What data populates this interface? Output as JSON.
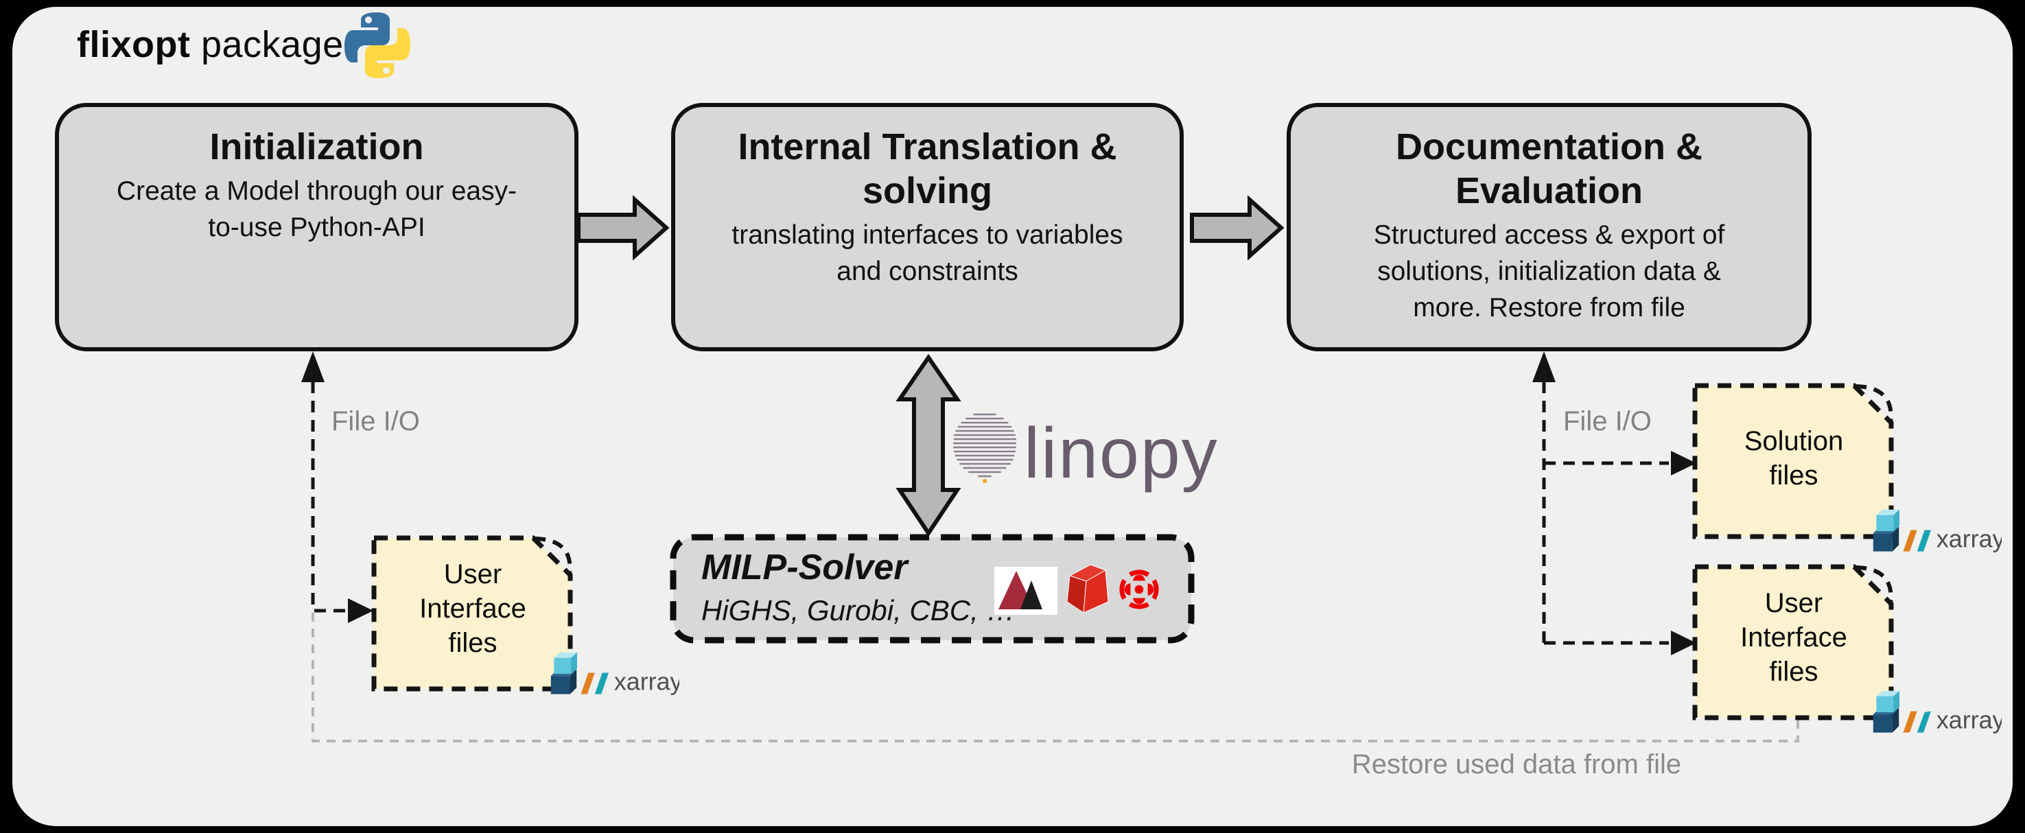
{
  "header": {
    "title_bold": "flixopt",
    "title_rest": " package"
  },
  "boxes": {
    "initialization": {
      "title": "Initialization",
      "body": "Create a Model through our easy-\nto-use Python-API"
    },
    "translation": {
      "title": "Internal Translation &\nsolving",
      "body": "translating interfaces to variables\nand constraints"
    },
    "documentation": {
      "title": "Documentation &\nEvaluation",
      "body": "Structured access & export of\nsolutions, initialization data &\nmore. Restore from file"
    }
  },
  "milp": {
    "title": "MILP-Solver",
    "subtitle": "HiGHS, Gurobi, CBC, …",
    "logos": [
      "highs-logo",
      "gurobi-logo",
      "cbc-logo"
    ]
  },
  "linopy": {
    "label": "linopy"
  },
  "files": {
    "user_left": {
      "label": "User\nInterface\nfiles"
    },
    "solution": {
      "label": "Solution\nfiles"
    },
    "user_right": {
      "label": "User\nInterface\nfiles"
    }
  },
  "labels": {
    "file_io_left": "File I/O",
    "file_io_right": "File I/O",
    "restore": "Restore used data from file",
    "xarray": "xarray"
  },
  "colors": {
    "background": "#000000",
    "panel": "#f0f0ef",
    "box_fill": "#d8d8d8",
    "cream_fill": "#fcf2cf",
    "arrow_fill": "#b7b7b7",
    "ink": "#141414",
    "gray_text": "#828282",
    "gray_line": "#b5b5b5",
    "linopy_purple": "#695c6c",
    "python_blue": "#3771a2",
    "python_yellow": "#ffd743",
    "highs_red": "#a42a3c",
    "gurobi_red": "#d6251c",
    "cbc_red": "#ee0000",
    "xarray_navy": "#1d4e74",
    "xarray_cyan": "#5ec7dd",
    "xarray_orange": "#e0801f",
    "xarray_teal": "#1aa3b4"
  }
}
